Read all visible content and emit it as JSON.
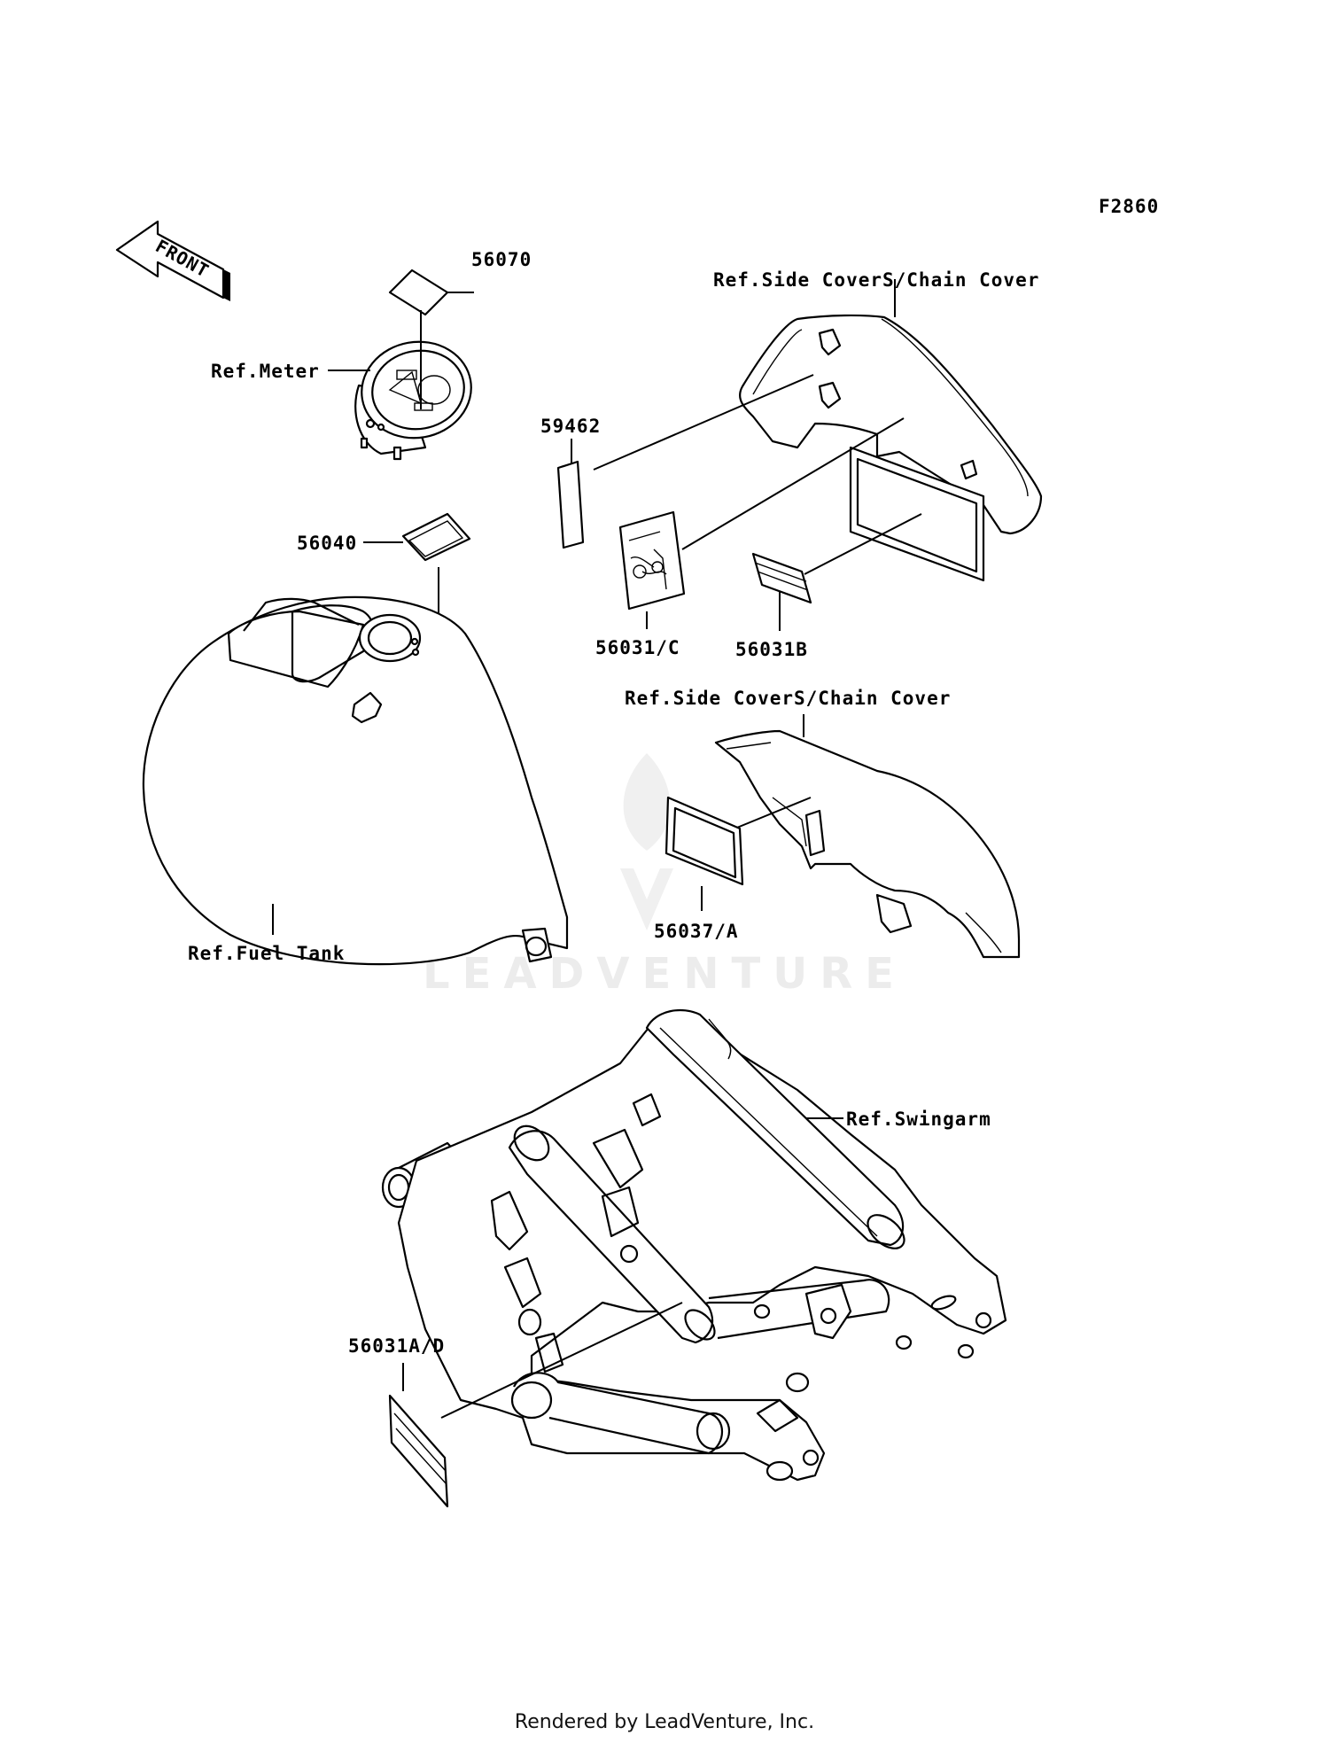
{
  "diagram_id": "F2860",
  "front_arrow_label": "FRONT",
  "watermark": "LEADVENTURE",
  "footer": "Rendered by LeadVenture, Inc.",
  "labels": {
    "p56070": "56070",
    "ref_meter": "Ref.Meter",
    "p56040": "56040",
    "ref_fuel_tank": "Ref.Fuel Tank",
    "p59462": "59462",
    "ref_side_covers_1": "Ref.Side CoverS/Chain Cover",
    "p56031c": "56031/C",
    "p56031b": "56031B",
    "ref_side_covers_2": "Ref.Side CoverS/Chain Cover",
    "p56037a": "56037/A",
    "ref_swingarm": "Ref.Swingarm",
    "p56031ad": "56031A/D"
  }
}
